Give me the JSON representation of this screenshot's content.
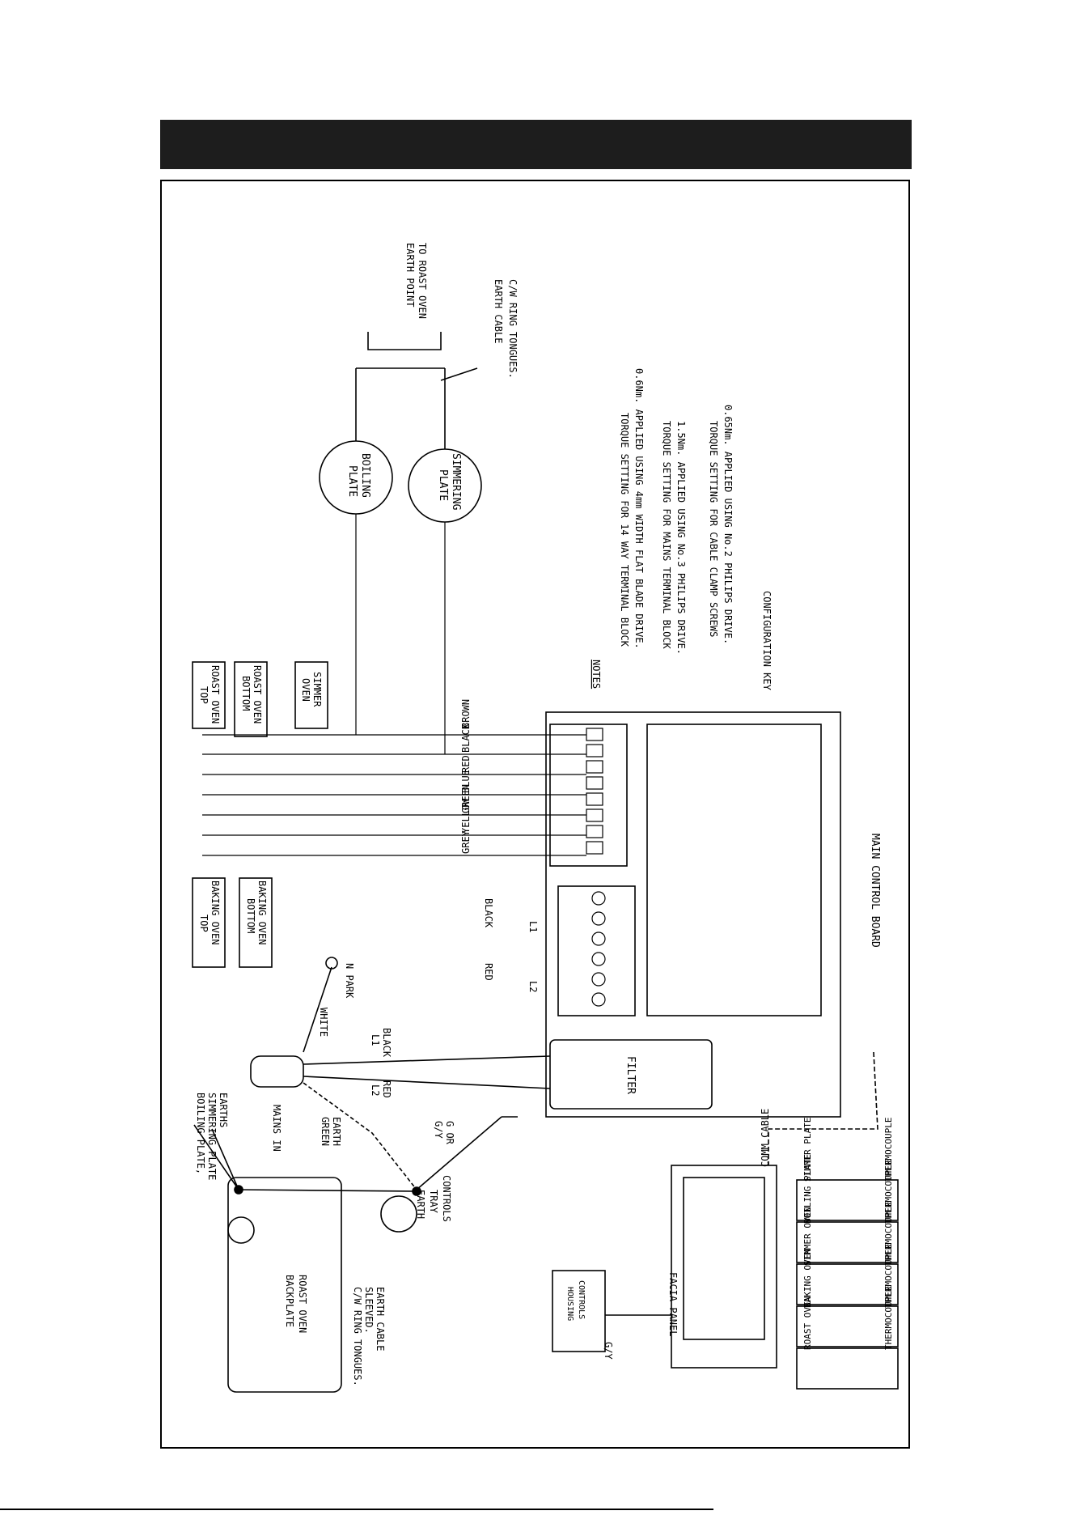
{
  "labels": {
    "to_roast_oven_1": "TO ROAST OVEN",
    "to_roast_oven_2": "EARTH POINT",
    "earth_cable_top_1": "EARTH CABLE",
    "earth_cable_top_2": "C/W RING TONGUES.",
    "boiling_1": "BOILING",
    "boiling_2": "PLATE",
    "simmering_1": "SIMMERING",
    "simmering_2": "PLATE",
    "notes_title": "NOTES",
    "note1a": "TORQUE SETTING FOR 14 WAY TERMINAL BLOCK",
    "note1b": "0.6Nm. APPLIED USING 4mm WIDTH FLAT BLADE DRIVE.",
    "note2a": "TORQUE SETTING FOR MAINS TERMINAL BLOCK",
    "note2b": "1.5Nm. APPLIED USING No.3 PHILIPS DRIVE.",
    "note3a": "TORQUE SETTING FOR CABLE CLAMP SCREWS",
    "note3b": "0.65Nm. APPLIED USING No.2 PHILIPS DRIVE.",
    "config_key": "CONFIGURATION KEY",
    "roast_top_1": "ROAST OVEN",
    "roast_top_2": "TOP",
    "roast_bottom_1": "ROAST OVEN",
    "roast_bottom_2": "BOTTOM",
    "simmer_oven_1": "SIMMER",
    "simmer_oven_2": "OVEN",
    "baking_top_1": "BAKING OVEN",
    "baking_top_2": "TOP",
    "baking_bottom_1": "BAKING OVEN",
    "baking_bottom_2": "BOTTOM",
    "w_brown": "BROWN",
    "w_black": "BLACK",
    "w_red": "RED",
    "w_blue": "BLUE",
    "w_green": "GREEN",
    "w_yellow": "YELLOW",
    "w_grey": "GREY",
    "black_main": "BLACK",
    "red_main": "RED",
    "l1": "L1",
    "l2": "L2",
    "main_board": "MAIN CONTROL BOARD",
    "n_park": "N PARK",
    "white": "WHITE",
    "black_l1_a": "BLACK",
    "black_l1_b": "L1",
    "red_l2_a": "RED",
    "red_l2_b": "L2",
    "filter": "FILTER",
    "mains_in": "MAINS IN",
    "earth_green_a": "EARTH",
    "earth_green_b": "GREEN",
    "g_or_a": "G OR",
    "g_or_b": "G/Y",
    "boiling_earths_1": "BOILING PLATE,",
    "boiling_earths_2": "SIMMERING PLATE",
    "boiling_earths_3": "EARTHS",
    "controls_tray_1": "CONTROLS",
    "controls_tray_2": "TRAY",
    "controls_tray_3": "EARTH",
    "comm_cable": "COMM CABLE",
    "roast_backplate_1": "ROAST OVEN",
    "roast_backplate_2": "BACKPLATE",
    "earth_sleeved_1": "EARTH CABLE",
    "earth_sleeved_2": "SLEEVED.",
    "earth_sleeved_3": "C/W RING TONGUES.",
    "controls_housing_1": "CONTROLS",
    "controls_housing_2": "HOUSING",
    "gy": "G/Y",
    "facia_panel": "FACIA PANEL",
    "tc1a": "SIMMER PLATE",
    "tc1b": "THERMOCOUPLE",
    "tc2a": "BOILING PLATE",
    "tc2b": "THERMOCOUPLE",
    "tc3a": "SIMMER OVEN",
    "tc3b": "THERMOCOUPLE",
    "tc4a": "BAKING OVEN",
    "tc4b": "THERMOCOUPLE",
    "tc5a": "ROAST OVEN",
    "tc5b": "THERMOCOUPLE"
  }
}
